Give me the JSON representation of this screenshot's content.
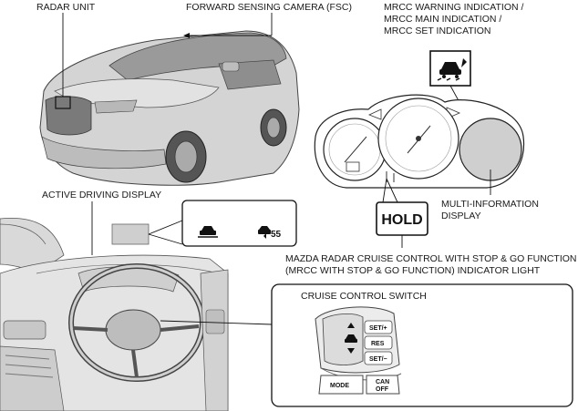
{
  "labels": {
    "radar_unit": "RADAR UNIT",
    "fsc": "FORWARD SENSING CAMERA (FSC)",
    "mrcc_line1": "MRCC WARNING INDICATION /",
    "mrcc_line2": "MRCC MAIN INDICATION /",
    "mrcc_line3": "MRCC SET INDICATION",
    "active_driving_display": "ACTIVE DRIVING DISPLAY",
    "mid_line1": "MULTI-INFORMATION",
    "mid_line2": "DISPLAY",
    "mazda_line1": "MAZDA RADAR CRUISE CONTROL WITH STOP & GO FUNCTION",
    "mazda_line2": "(MRCC WITH STOP & GO FUNCTION) INDICATOR LIGHT",
    "cruise_switch": "CRUISE CONTROL SWITCH"
  },
  "indicator": {
    "hold_text": "HOLD",
    "speed_value": "55"
  },
  "switch_labels": {
    "set_plus": "SET/+",
    "res": "RES",
    "set_minus": "SET/−",
    "mode": "MODE",
    "can_line1": "CAN",
    "can_line2": "OFF"
  },
  "icons": {
    "mrcc_icon": "car-with-distance-gauge-icon",
    "vehicle_ahead": "vehicle-ahead-icon",
    "set_speed": "set-speed-car-icon"
  },
  "colors": {
    "line": "#1a1a1a",
    "vehicle_gray": "#c9c9c9",
    "mid_gray": "#cfcfcf",
    "bg": "#ffffff"
  }
}
